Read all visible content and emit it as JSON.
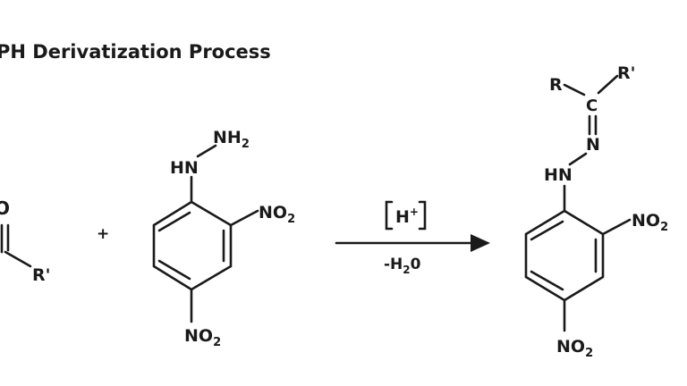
{
  "diagram": {
    "title": "PH Derivatization Process",
    "reactant1": {
      "partial_atom": "O",
      "substituent": "R'"
    },
    "plus": "+",
    "reactant2": {
      "hydrazine_nh": "HN",
      "hydrazine_nh2": "NH",
      "nh2_subscript": "2",
      "nitro_ortho": "NO",
      "nitro_ortho_sub": "2",
      "nitro_para": "NO",
      "nitro_para_sub": "2"
    },
    "arrow": {
      "catalyst": "H",
      "catalyst_sup": "+",
      "condition": "-H",
      "condition_sub": "2",
      "condition_tail": "0"
    },
    "product": {
      "r_left": "R",
      "r_right": "R'",
      "carbon": "C",
      "imine_n": "N",
      "hn": "HN",
      "nitro_ortho": "NO",
      "nitro_ortho_sub": "2",
      "nitro_para": "NO",
      "nitro_para_sub": "2"
    }
  }
}
